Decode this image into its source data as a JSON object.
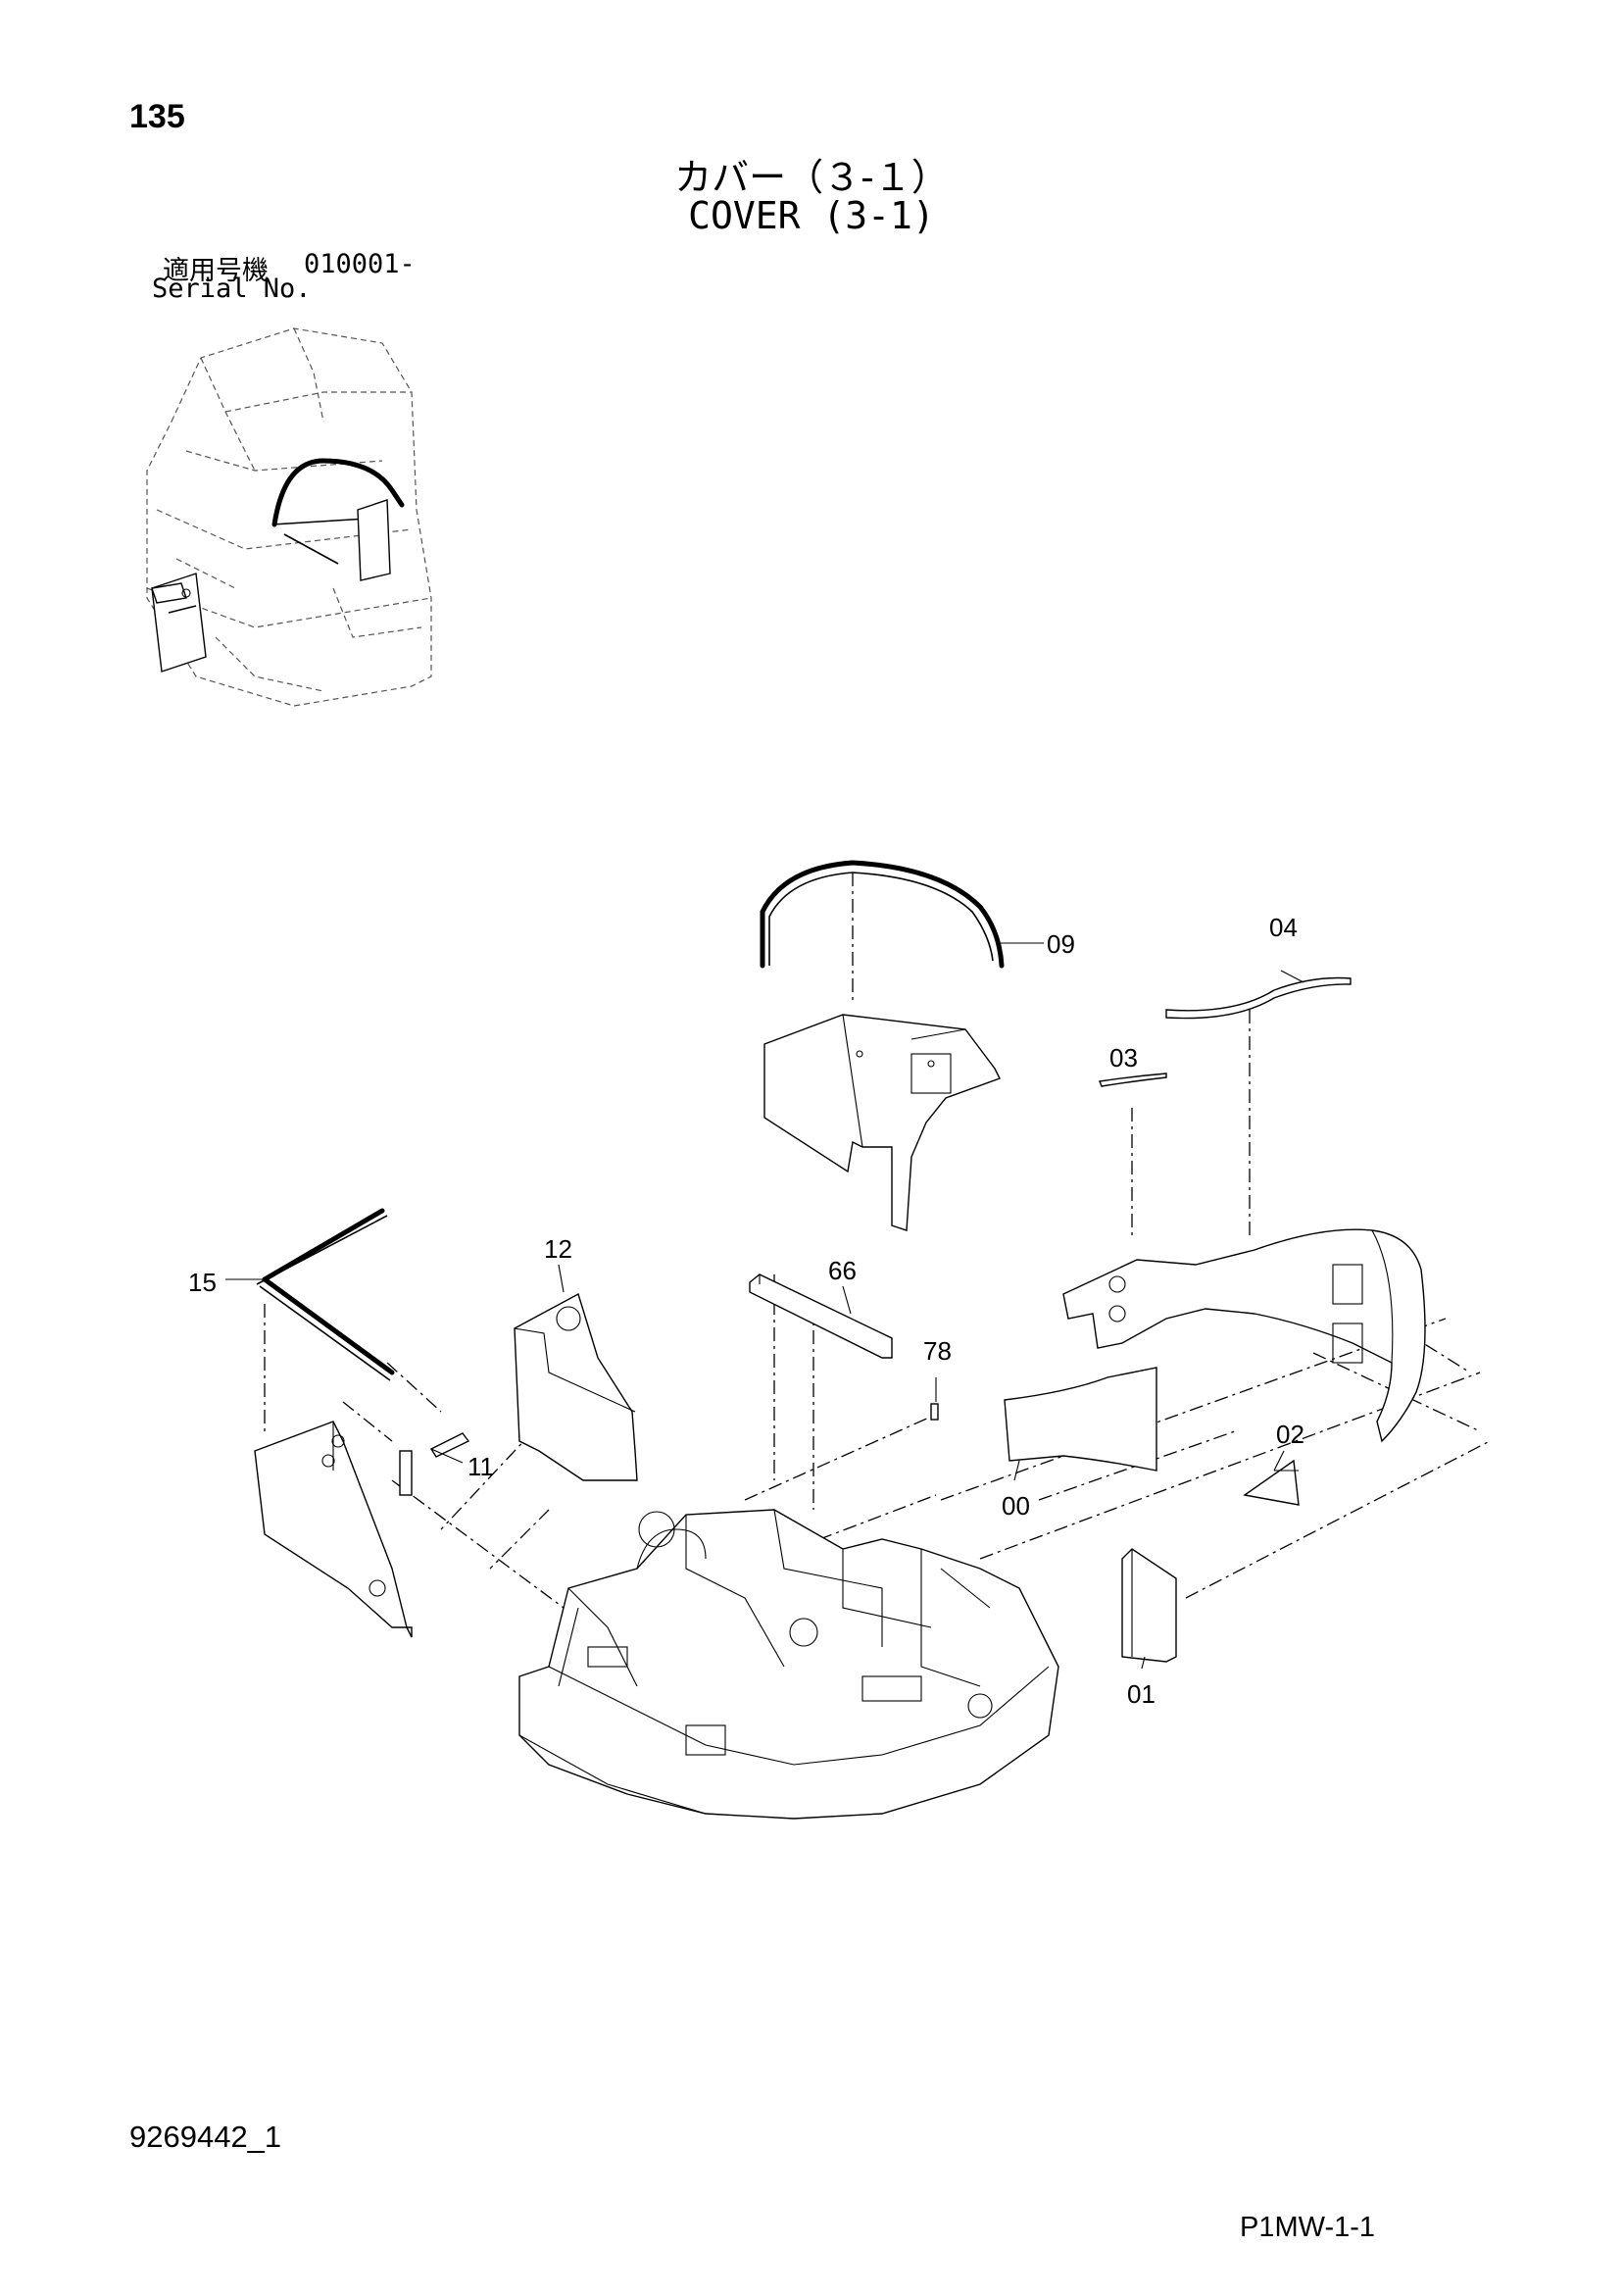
{
  "page": {
    "number": "135",
    "title_jp": "カバー（３-１）",
    "title_en": "COVER (3-1)",
    "serial_label_jp": "適用号機",
    "serial_value": "010001-",
    "serial_label_en": "Serial No.",
    "drawing_number": "9269442_1",
    "page_code": "P1MW-1-1"
  },
  "callouts": {
    "c09": "09",
    "c04": "04",
    "c03": "03",
    "c12": "12",
    "c66": "66",
    "c15": "15",
    "c78": "78",
    "c11": "11",
    "c02": "02",
    "c00": "00",
    "c01": "01"
  }
}
